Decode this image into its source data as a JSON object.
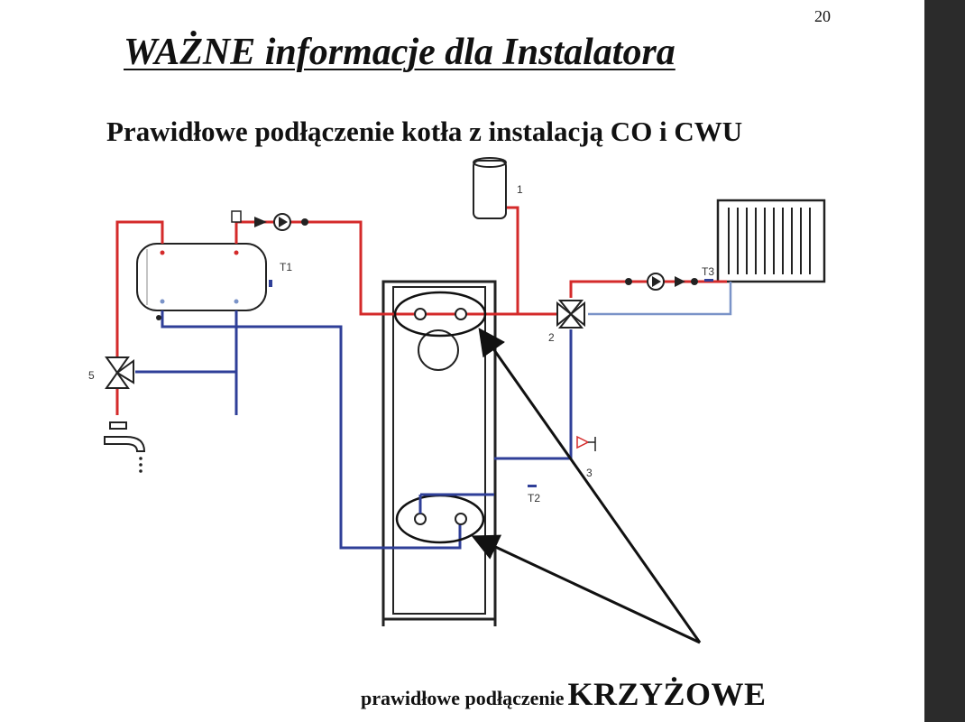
{
  "page": {
    "number": "20"
  },
  "heading": {
    "title": "WAŻNE informacje dla Instalatora",
    "subtitle": "Prawidłowe podłączenie kotła z instalacją CO i CWU"
  },
  "diagram": {
    "labels": {
      "expansion_vessel": "1",
      "mixing_valve": "2",
      "safety_valve": "3",
      "three_way_valve": "5",
      "sensor_t1": "T1",
      "sensor_t2": "T2",
      "sensor_t3": "T3"
    },
    "colors": {
      "supply": "#d42a2a",
      "return": "#2f3f98",
      "return_light": "#7a93c8",
      "outline": "#222222"
    }
  },
  "caption": {
    "prefix": "prawidłowe podłączenie",
    "emphasis": "KRZYŻOWE"
  }
}
